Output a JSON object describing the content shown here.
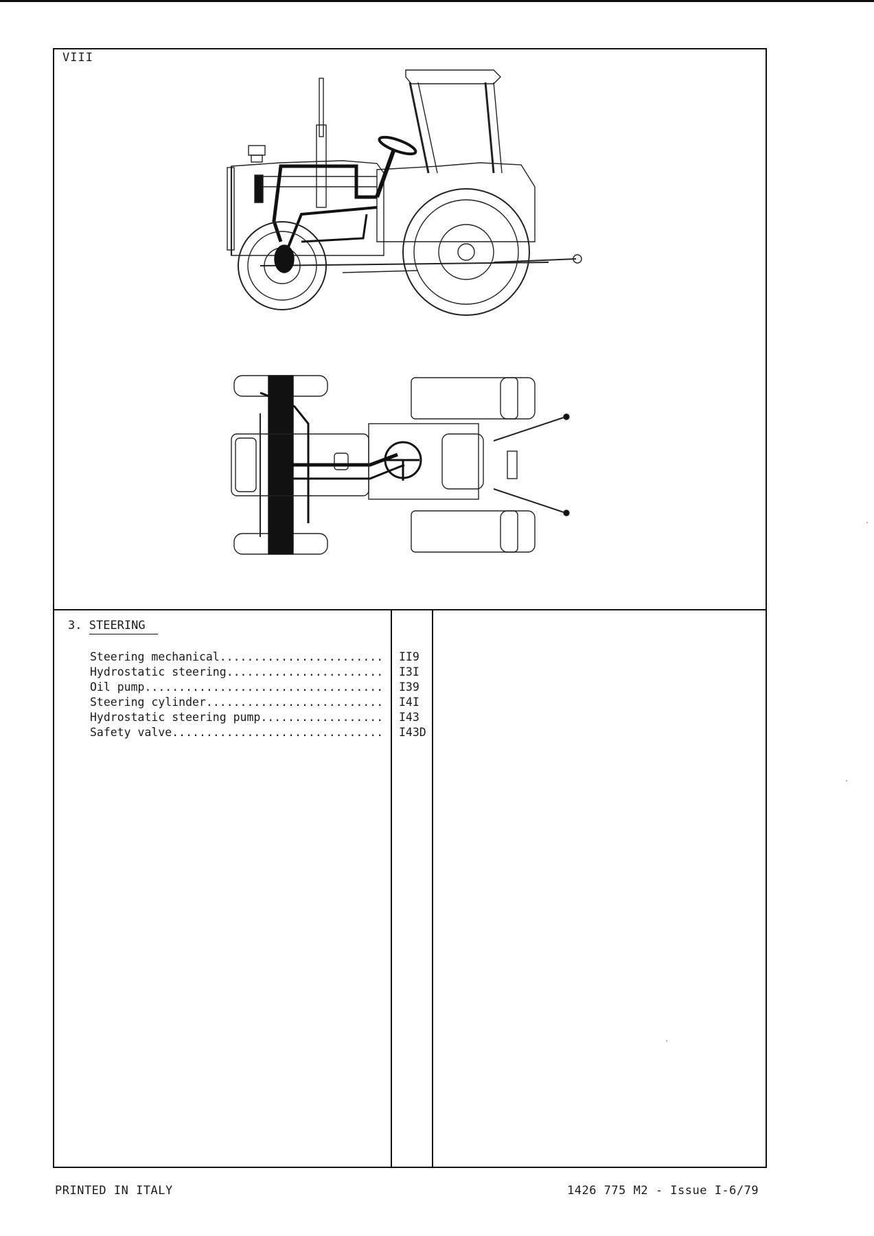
{
  "page": {
    "code": "VIII"
  },
  "section": {
    "number": "3.",
    "title": "STEERING"
  },
  "toc": [
    {
      "label": "Steering mechanical",
      "page": "II9"
    },
    {
      "label": "Hydrostatic steering",
      "page": "I3I"
    },
    {
      "label": "Oil pump",
      "page": "I39"
    },
    {
      "label": "Steering cylinder",
      "page": "I4I"
    },
    {
      "label": "Hydrostatic steering pump",
      "page": "I43"
    },
    {
      "label": "Safety valve",
      "page": "I43D"
    }
  ],
  "footer": {
    "left": "PRINTED IN ITALY",
    "right": "1426 775 M2 - Issue I-6/79"
  }
}
